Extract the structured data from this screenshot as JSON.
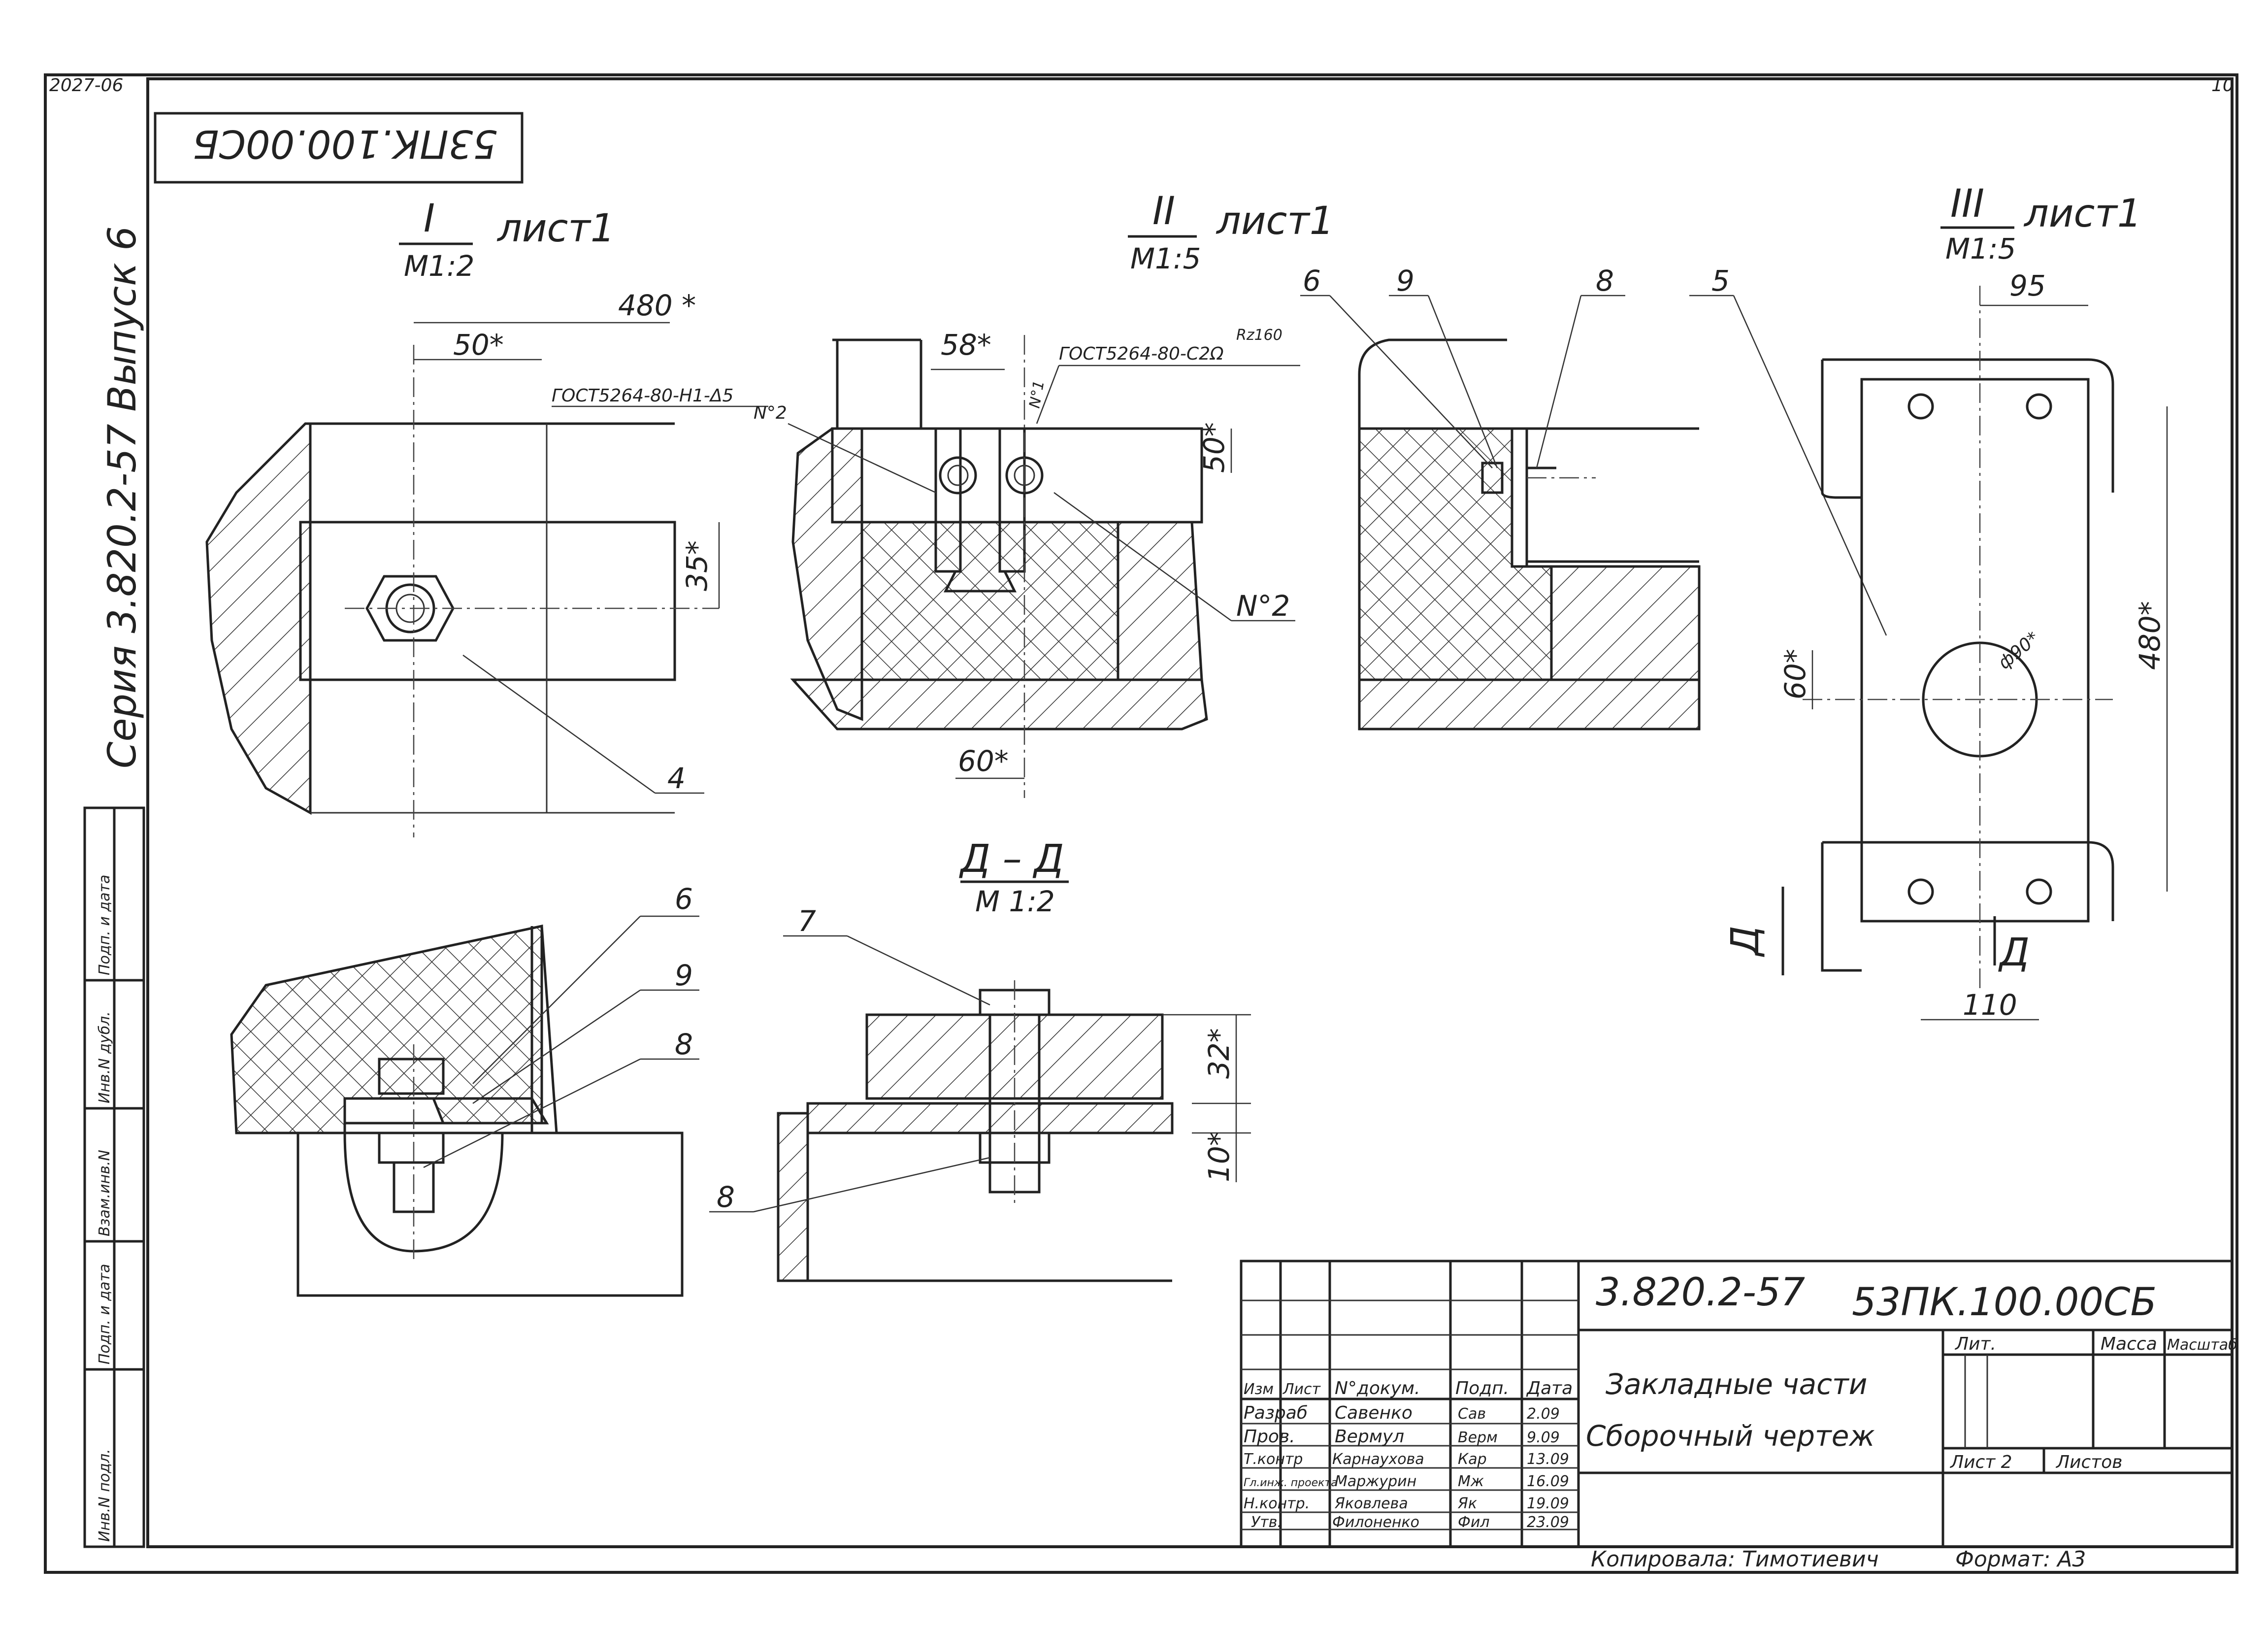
{
  "corner": {
    "top_left": "2027-06",
    "top_right": "10"
  },
  "stamp_top": "53ПК.100.00СБ",
  "series_vertical": "Серия 3.820.2-57  Выпуск 6",
  "side_strip": [
    "Инв.N подл.",
    "Подп. и дата",
    "Взам.инв.N",
    "Инв.N дубл.",
    "Подп. и дата"
  ],
  "views": {
    "view1": {
      "title": "I",
      "sheet": "лист1",
      "scale": "М1:2",
      "dims": [
        "480 *",
        "50*",
        "35*"
      ],
      "weld": "ГОСТ5264-80-Н1-Δ5",
      "callout": "4"
    },
    "view2": {
      "title": "II",
      "sheet": "лист1",
      "scale": "М1:5",
      "dims": [
        "58*",
        "50*",
        "60*"
      ],
      "weld": "ГОСТ5264-80-С2Ω",
      "roughness": "Rz160",
      "marks": [
        "N°2",
        "N°2",
        "N°1"
      ]
    },
    "view3": {
      "callouts": [
        "6",
        "9",
        "8",
        "5"
      ]
    },
    "view4": {
      "title": "III",
      "sheet": "лист1",
      "scale": "М1:5",
      "dims": [
        "95",
        "480*",
        "60*",
        "ф90*",
        "110"
      ],
      "section_marks": [
        "Д",
        "Д"
      ]
    },
    "view5": {
      "callouts": [
        "6",
        "9",
        "8"
      ]
    },
    "section": {
      "title": "Д – Д",
      "scale": "М 1:2",
      "callouts": [
        "7",
        "8"
      ],
      "dims": [
        "32*",
        "10*"
      ]
    }
  },
  "title_block": {
    "series": "3.820.2-57",
    "doc_code": "53ПК.100.00СБ",
    "name_line1": "Закладные части",
    "name_line2": "Сборочный чертеж",
    "head_cols": [
      "Изм",
      "Лист",
      "N°докум.",
      "Подп.",
      "Дата"
    ],
    "rows": [
      {
        "role": "Разраб",
        "name": "Савенко",
        "sign": "Сав",
        "date": "2.09"
      },
      {
        "role": "Пров.",
        "name": "Вермул",
        "sign": "Верм",
        "date": "9.09"
      },
      {
        "role": "Т.контр",
        "name": "Карнаухова",
        "sign": "Кар",
        "date": "13.09"
      },
      {
        "role": "Гл.инж. проекта",
        "name": "Маржурин",
        "sign": "Мж",
        "date": "16.09"
      },
      {
        "role": "Н.контр.",
        "name": "Яковлева",
        "sign": "Як",
        "date": "19.09"
      },
      {
        "role": "Утв.",
        "name": "Филоненко",
        "sign": "Фил",
        "date": "23.09"
      }
    ],
    "lit": "Лит.",
    "mass": "Масса",
    "scale": "Масштаб",
    "sheet": "Лист 2",
    "sheets": "Листов"
  },
  "footer": {
    "copied": "Копировала: Тимотиевич",
    "format": "Формат: А3"
  }
}
